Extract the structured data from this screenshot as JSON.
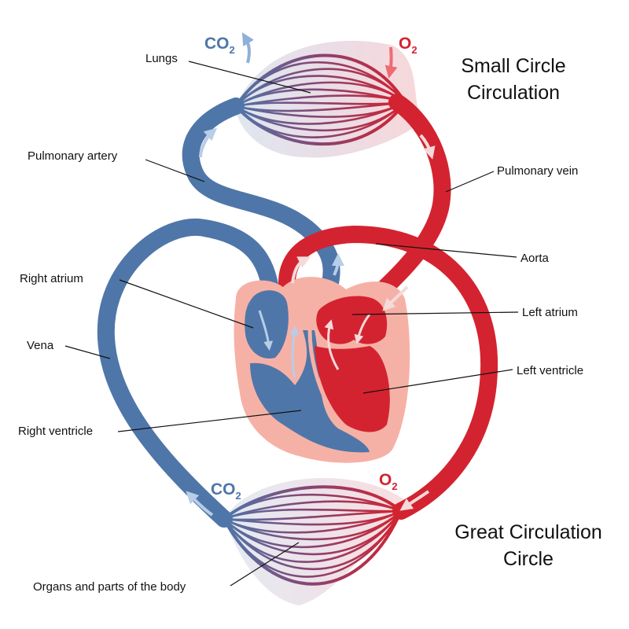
{
  "titles": {
    "small_circle": [
      "Small Circle",
      "Circulation"
    ],
    "great_circle": [
      "Great Circulation",
      "Circle"
    ]
  },
  "labels": {
    "lungs": "Lungs",
    "pulmonary_artery": "Pulmonary artery",
    "pulmonary_vein": "Pulmonary vein",
    "aorta": "Aorta",
    "right_atrium": "Right atrium",
    "left_atrium": "Left atrium",
    "vena": "Vena",
    "left_ventricle": "Left ventricle",
    "right_ventricle": "Right ventricle",
    "organs": "Organs and parts of the body"
  },
  "gases": {
    "co2_top": {
      "main": "CO",
      "sub": "2"
    },
    "o2_top": {
      "main": "O",
      "sub": "2"
    },
    "co2_bottom": {
      "main": "CO",
      "sub": "2"
    },
    "o2_bottom": {
      "main": "O",
      "sub": "2"
    }
  },
  "colors": {
    "deoxygenated_blood": "#4f76a8",
    "oxygenated_blood": "#d42330",
    "capillary_mix": "#8a4270",
    "heart_tissue": "#f6b1a6",
    "flow_arrow_light": "#f2d0d0",
    "flow_arrow_blue_light": "#a9c3e3",
    "gas_co2": "#4f76a8",
    "gas_o2": "#d42330"
  }
}
